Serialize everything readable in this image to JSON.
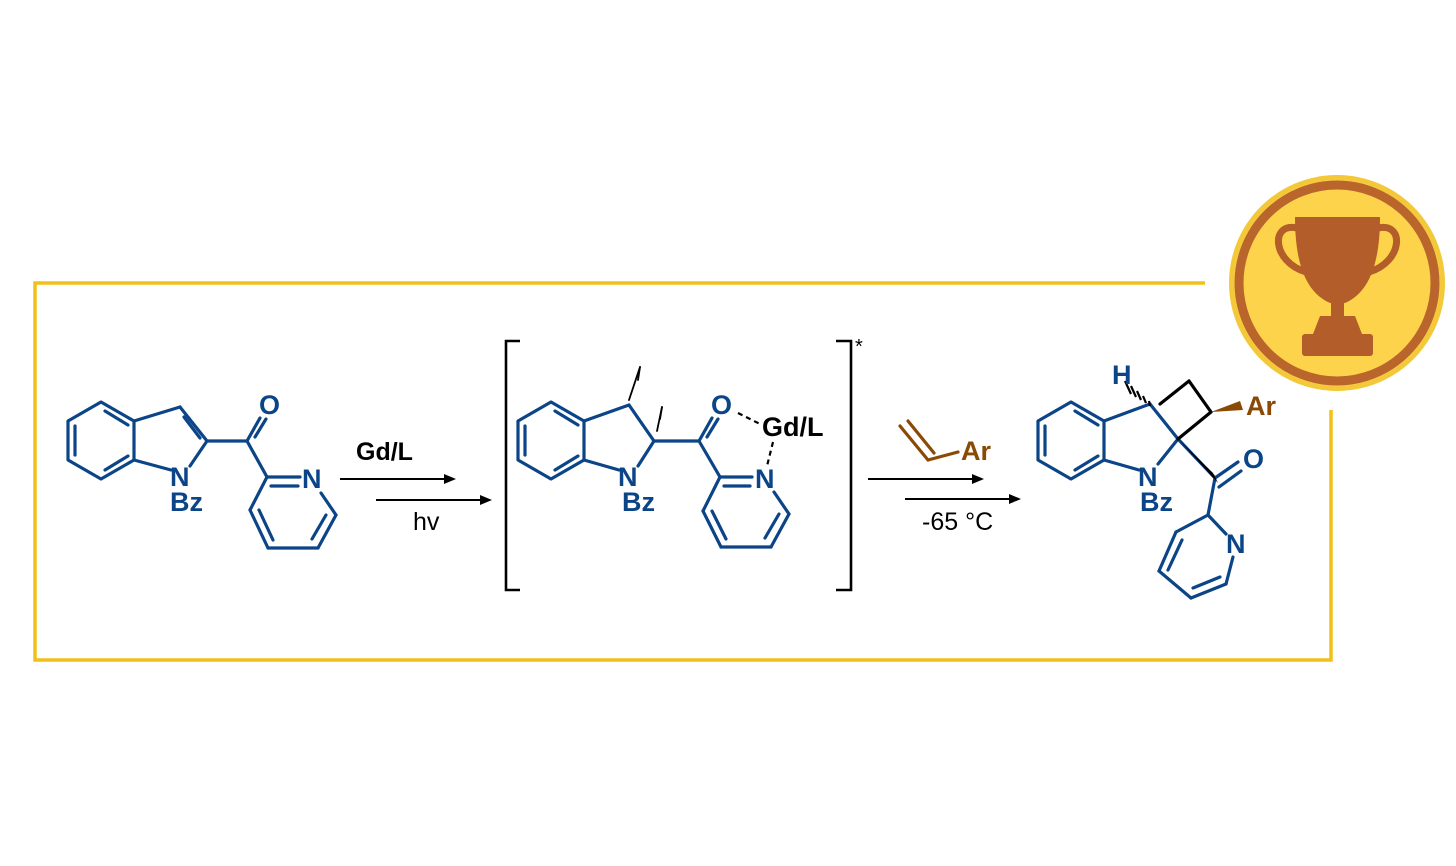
{
  "colors": {
    "frame": "#f3c018",
    "molecule": "#0b4587",
    "alkene": "#8a4a06",
    "reagent": "#000000",
    "badge_ring": "#f3c93a",
    "badge_fill": "#fcd34a",
    "badge_inner_ring": "#b9652c",
    "trophy": "#b35e2a"
  },
  "icons": {
    "badge": "trophy-icon"
  },
  "reactant": {
    "atoms": {
      "oxygen": "O",
      "indole_nitrogen": "N",
      "protecting_group": "Bz",
      "pyridine_nitrogen": "N"
    }
  },
  "step1": {
    "reagent": "Gd/L",
    "condition": "hv"
  },
  "intermediate": {
    "atoms": {
      "oxygen": "O",
      "indole_nitrogen": "N",
      "protecting_group": "Bz",
      "pyridine_nitrogen": "N"
    },
    "metal": "Gd/L",
    "state_marker": "*"
  },
  "step2": {
    "alkene_substituent": "Ar",
    "condition": "-65 °C"
  },
  "product": {
    "atoms": {
      "hydrogen": "H",
      "aryl": "Ar",
      "oxygen": "O",
      "indole_nitrogen": "N",
      "protecting_group": "Bz",
      "pyridine_nitrogen": "N"
    }
  }
}
